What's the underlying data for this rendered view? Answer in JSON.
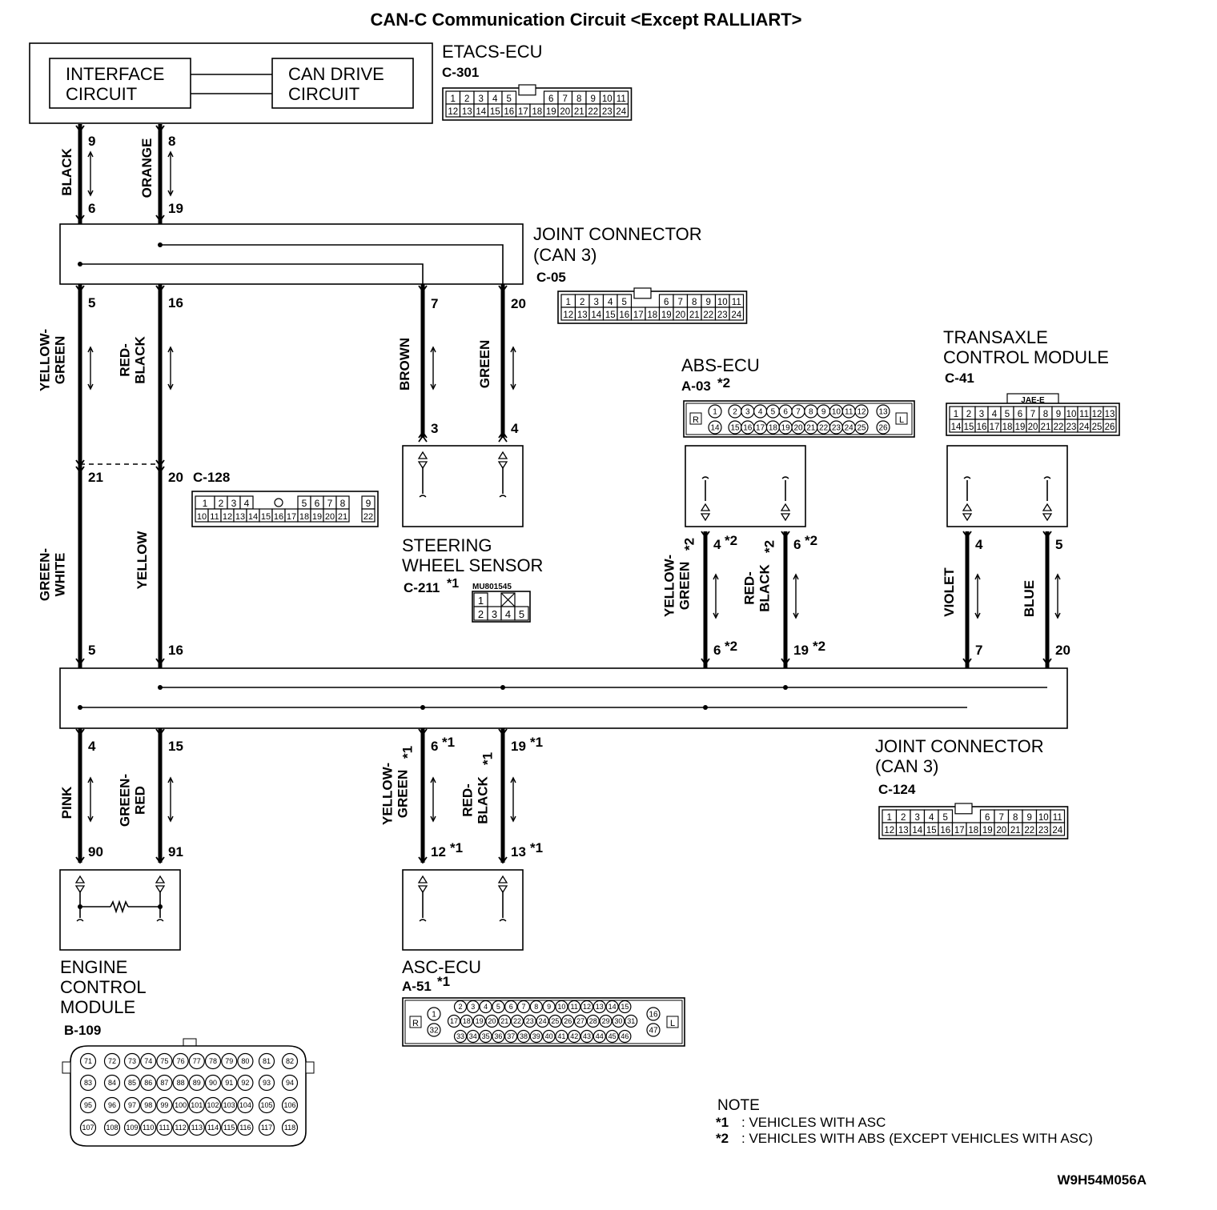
{
  "title": "CAN-C Communication Circuit <Except RALLIART>",
  "code": "W9H54M056A",
  "etacs": {
    "name": "ETACS-ECU",
    "connector": "C-301",
    "interface_label": [
      "INTERFACE",
      "CIRCUIT"
    ],
    "can_drive_label": [
      "CAN DRIVE",
      "CIRCUIT"
    ],
    "pins_top": [
      "1",
      "2",
      "3",
      "4",
      "5",
      "6",
      "7",
      "8",
      "9",
      "10",
      "11"
    ],
    "pins_bottom": [
      "12",
      "13",
      "14",
      "15",
      "16",
      "17",
      "18",
      "19",
      "20",
      "21",
      "22",
      "23",
      "24"
    ]
  },
  "joint_top": {
    "name": [
      "JOINT CONNECTOR",
      "(CAN 3)"
    ],
    "connector": "C-05",
    "pins_top": [
      "1",
      "2",
      "3",
      "4",
      "5",
      "6",
      "7",
      "8",
      "9",
      "10",
      "11"
    ],
    "pins_bottom": [
      "12",
      "13",
      "14",
      "15",
      "16",
      "17",
      "18",
      "19",
      "20",
      "21",
      "22",
      "23",
      "24"
    ]
  },
  "joint_bottom": {
    "name": [
      "JOINT CONNECTOR",
      "(CAN 3)"
    ],
    "connector": "C-124",
    "pins_top": [
      "1",
      "2",
      "3",
      "4",
      "5",
      "6",
      "7",
      "8",
      "9",
      "10",
      "11"
    ],
    "pins_bottom": [
      "12",
      "13",
      "14",
      "15",
      "16",
      "17",
      "18",
      "19",
      "20",
      "21",
      "22",
      "23",
      "24"
    ]
  },
  "c128": {
    "connector": "C-128",
    "pins_top": [
      "1",
      "2",
      "3",
      "4",
      "5",
      "6",
      "7",
      "8",
      "9"
    ],
    "pins_bottom": [
      "10",
      "11",
      "12",
      "13",
      "14",
      "15",
      "16",
      "17",
      "18",
      "19",
      "20",
      "21",
      "22"
    ]
  },
  "steering": {
    "name": [
      "STEERING",
      "WHEEL SENSOR"
    ],
    "connector": "C-211",
    "mark": "*1",
    "part": "MU801545",
    "pins_top": [
      "1"
    ],
    "pins_bottom": [
      "2",
      "3",
      "4",
      "5"
    ]
  },
  "abs": {
    "name": "ABS-ECU",
    "connector": "A-03",
    "mark": "*2",
    "pins_top": [
      "1",
      "2",
      "3",
      "4",
      "5",
      "6",
      "7",
      "8",
      "9",
      "10",
      "11",
      "12",
      "13"
    ],
    "pins_bottom": [
      "14",
      "15",
      "16",
      "17",
      "18",
      "19",
      "20",
      "21",
      "22",
      "23",
      "24",
      "25",
      "26"
    ],
    "side_left": "R",
    "side_right": "L"
  },
  "tcm": {
    "name": [
      "TRANSAXLE",
      "CONTROL MODULE"
    ],
    "connector": "C-41",
    "housing": "JAE-E",
    "pins_top": [
      "1",
      "2",
      "3",
      "4",
      "5",
      "6",
      "7",
      "8",
      "9",
      "10",
      "11",
      "12",
      "13"
    ],
    "pins_bottom": [
      "14",
      "15",
      "16",
      "17",
      "18",
      "19",
      "20",
      "21",
      "22",
      "23",
      "24",
      "25",
      "26"
    ]
  },
  "ecm": {
    "name": [
      "ENGINE",
      "CONTROL",
      "MODULE"
    ],
    "connector": "B-109",
    "rows": [
      [
        "71",
        "72",
        "73",
        "74",
        "75",
        "76",
        "77",
        "78",
        "79",
        "80",
        "81",
        "82"
      ],
      [
        "83",
        "84",
        "85",
        "86",
        "87",
        "88",
        "89",
        "90",
        "91",
        "92",
        "93",
        "94"
      ],
      [
        "95",
        "96",
        "97",
        "98",
        "99",
        "100",
        "101",
        "102",
        "103",
        "104",
        "105",
        "106"
      ],
      [
        "107",
        "108",
        "109",
        "110",
        "111",
        "112",
        "113",
        "114",
        "115",
        "116",
        "117",
        "118"
      ]
    ]
  },
  "asc": {
    "name": "ASC-ECU",
    "connector": "A-51",
    "mark": "*1",
    "row1": [
      "2",
      "3",
      "4",
      "5",
      "6",
      "7",
      "8",
      "9",
      "10",
      "11",
      "12",
      "13",
      "14",
      "15"
    ],
    "row2": [
      "17",
      "18",
      "19",
      "20",
      "21",
      "22",
      "23",
      "24",
      "25",
      "26",
      "27",
      "28",
      "29",
      "30",
      "31"
    ],
    "row3": [
      "33",
      "34",
      "35",
      "36",
      "37",
      "38",
      "39",
      "40",
      "41",
      "42",
      "43",
      "44",
      "45",
      "46"
    ],
    "left_pins": [
      "1",
      "32"
    ],
    "right_pins": [
      "16",
      "47"
    ],
    "side_left": "R",
    "side_right": "L"
  },
  "wires": {
    "w1": {
      "color": "BLACK",
      "from": "9",
      "to": "6"
    },
    "w2": {
      "color": "ORANGE",
      "from": "8",
      "to": "19"
    },
    "w3": {
      "color": [
        "YELLOW-",
        "GREEN"
      ],
      "from": "5",
      "to": ""
    },
    "w4": {
      "color": [
        "RED-",
        "BLACK"
      ],
      "from": "16",
      "to": ""
    },
    "w5": {
      "color": "BROWN",
      "from": "7",
      "to": "3"
    },
    "w6": {
      "color": "GREEN",
      "from": "20",
      "to": "4"
    },
    "w7": {
      "color": [
        "GREEN-",
        "WHITE"
      ],
      "from": "21",
      "to": "5"
    },
    "w8": {
      "color": "YELLOW",
      "from": "20",
      "to": "16"
    },
    "w9": {
      "color": [
        "YELLOW-",
        "GREEN"
      ],
      "from": "4",
      "to": "6"
    },
    "w10": {
      "color": [
        "RED-",
        "BLACK"
      ],
      "from": "6",
      "to": "19"
    },
    "w11": {
      "color": "VIOLET",
      "from": "4",
      "to": "7"
    },
    "w12": {
      "color": "BLUE",
      "from": "5",
      "to": "20"
    },
    "w13": {
      "color": "PINK",
      "from": "4",
      "to": "90"
    },
    "w14": {
      "color": [
        "GREEN-",
        "RED"
      ],
      "from": "15",
      "to": "91"
    },
    "w15": {
      "color": [
        "YELLOW-",
        "GREEN"
      ],
      "from": "6",
      "to": "12"
    },
    "w16": {
      "color": [
        "RED-",
        "BLACK"
      ],
      "from": "19",
      "to": "13"
    }
  },
  "marks": {
    "m1": "*1",
    "m2": "*2"
  },
  "note": {
    "heading": "NOTE",
    "line1_mark": "*1",
    "line1": ": VEHICLES WITH ASC",
    "line2_mark": "*2",
    "line2": ": VEHICLES WITH ABS (EXCEPT VEHICLES WITH ASC)"
  }
}
